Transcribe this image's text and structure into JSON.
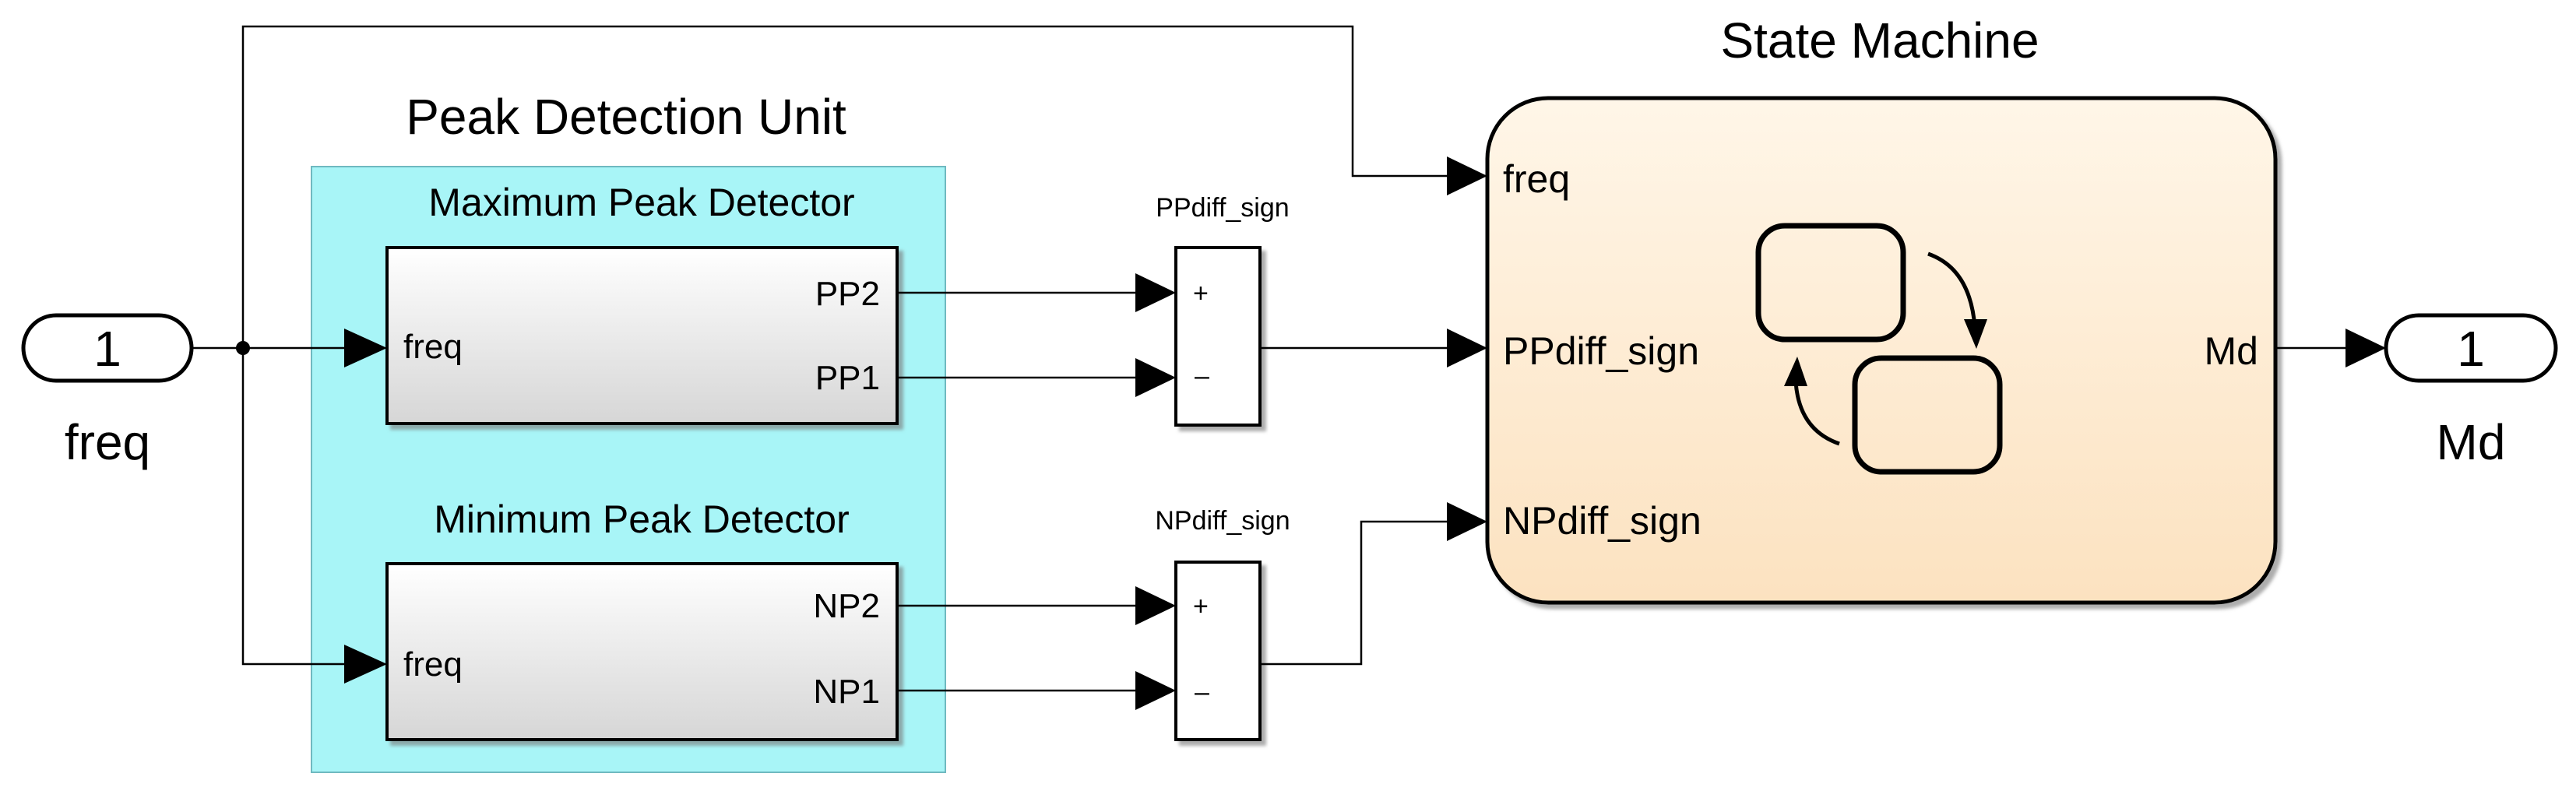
{
  "inport": {
    "number": "1",
    "name": "freq"
  },
  "outport": {
    "number": "1",
    "name": "Md"
  },
  "peak_unit": {
    "title": "Peak Detection Unit",
    "max_detector": {
      "title": "Maximum Peak Detector",
      "in_port": "freq",
      "out_top": "PP2",
      "out_bottom": "PP1"
    },
    "min_detector": {
      "title": "Minimum Peak Detector",
      "in_port": "freq",
      "out_top": "NP2",
      "out_bottom": "NP1"
    }
  },
  "sum_pp": {
    "label": "PPdiff_sign",
    "plus": "+",
    "minus": "–"
  },
  "sum_np": {
    "label": "NPdiff_sign",
    "plus": "+",
    "minus": "–"
  },
  "state_machine": {
    "title": "State Machine",
    "in_freq": "freq",
    "in_pp": "PPdiff_sign",
    "in_np": "NPdiff_sign",
    "out_md": "Md"
  },
  "colors": {
    "peak_unit_fill": "#a8f5f7",
    "state_machine_fill_top": "#fef3e2",
    "state_machine_fill_bottom": "#fce4c4",
    "detector_fill_top": "#ffffff",
    "detector_fill_bottom": "#d9d9d9"
  }
}
